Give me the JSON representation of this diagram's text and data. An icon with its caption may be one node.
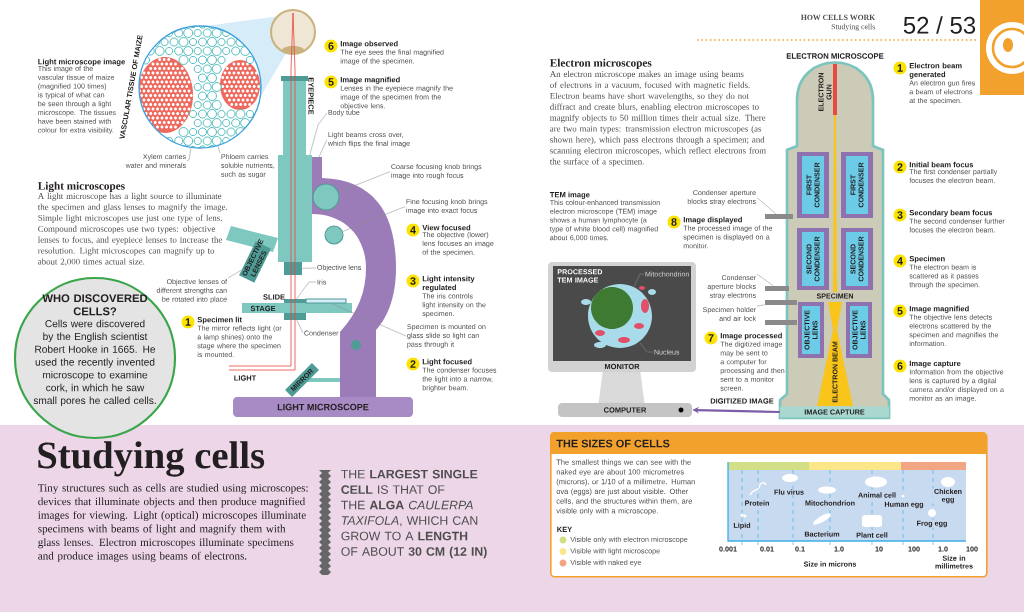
{
  "diagram": {
    "title": "Studying cells",
    "nodes": [
      {
        "text": [
          "Xylem carries water and minerals"
        ]
      },
      {
        "text": [
          "Phloem carries soluble nutrients, such as sugar"
        ]
      },
      {
        "text": [
          "Body tube"
        ]
      },
      {
        "text": [
          "Light beams cross over, which flips the final image"
        ]
      },
      {
        "text": [
          "Coarse focusing knob brings image into rough focus"
        ]
      },
      {
        "text": [
          "Fine focusing knob brings image into exact focus"
        ]
      },
      {
        "text": [
          "Objective lens"
        ]
      },
      {
        "text": [
          "Iris"
        ]
      },
      {
        "text": [
          "Objective lenses of different strengths can be rotated into place"
        ]
      },
      {
        "text": [
          "Condenser"
        ]
      },
      {
        "text": [
          "Specimen is mounted on glass slide so light can pass through it"
        ]
      },
      {
        "text": [
          "6"
        ],
        "beside": [
          "Image observed",
          "The eye sees the final magnified image of the specimen."
        ]
      },
      {
        "text": [
          "5"
        ],
        "beside": [
          "Image magnified",
          "Lenses in the eyepiece magnify the image of the specimen from the objective lens."
        ]
      },
      {
        "text": [
          "4"
        ],
        "beside": [
          "View focused",
          "The objective (lower) lens focuses an image of the specimen."
        ]
      },
      {
        "text": [
          "3"
        ],
        "beside": [
          "Light intensity regulated",
          "The iris controls light intensity on the specimen."
        ]
      },
      {
        "text": [
          "2"
        ],
        "beside": [
          "Light focused",
          "The condenser focuses the light into a narrow, brighter beam."
        ]
      },
      {
        "text": [
          "1"
        ],
        "beside": [
          "Specimen lit",
          "The mirror reflects light (or a lamp shines) onto the stage where the specimen is mounted."
        ]
      },
      {
        "text": [
          "WHO DISCOVERED CELLS?",
          "Cells were discovered by the English scientist Robert Hooke in 1665. He used the recently invented microscope to examine cork, in which he saw small pores he called cells."
        ]
      },
      {
        "text": [
          "Condenser aperture blocks stray electrons"
        ]
      },
      {
        "text": [
          "Condenser aperture blocks stray electrons"
        ]
      },
      {
        "text": [
          "Specimen holder and air lock"
        ]
      },
      {
        "text": [
          "Mitochondrion"
        ],
        "in": 36
      },
      {
        "text": [
          "Nucleus"
        ],
        "in": 36
      },
      {
        "text": [
          "1"
        ],
        "beside": [
          "Electron beam generated",
          "An electron gun fires a beam of electrons at the specimen."
        ]
      },
      {
        "text": [
          "2"
        ],
        "beside": [
          "Initial beam focus",
          "The first condenser partially focuses the electron beam."
        ]
      },
      {
        "text": [
          "3"
        ],
        "beside": [
          "Secondary beam focus",
          "The second condenser further focuses the electron beam."
        ]
      },
      {
        "text": [
          "4"
        ],
        "beside": [
          "Specimen",
          "The electron beam is scattered as it passes through the specimen."
        ]
      },
      {
        "text": [
          "5"
        ],
        "beside": [
          "Image magnified",
          "The objective lens detects electrons scattered by the specimen and magnifies the information."
        ]
      },
      {
        "text": [
          "6"
        ],
        "beside": [
          "Image capture",
          "Information from the objective lens is captured by a digital camera and/or displayed on a monitor as an image."
        ]
      },
      {
        "text": [
          "7"
        ],
        "beside": [
          "Image processed",
          "The digitized image may be sent to a computer for processing and then sent to a monitor screen."
        ]
      },
      {
        "text": [
          "8"
        ],
        "beside": [
          "Image displayed",
          "The processed image of the specimen is displayed on a monitor."
        ]
      },
      {
        "text": [
          "IMAGE CAPTURE"
        ]
      },
      {
        "text": [
          "COMPUTER"
        ]
      },
      {
        "text": [
          "THE SIZES OF CELLS",
          "The smallest things we can see with the naked eye are about 100 micrometres (microns), or 1/10 of a millimetre. Human ova (eggs) are just about visible. Other cells, and the structures within them, are visible only with a microscope."
        ]
      },
      {
        "text": [
          "VASCULAR TISSUE OF MAIZE"
        ]
      },
      {
        "text": [
          "OBJECTIVE LENSES"
        ]
      },
      {
        "text": [
          "PROCESSED TEM IMAGE",
          "MONITOR"
        ]
      },
      {
        "text": [],
        "shape": "picture",
        "in": 36
      },
      {
        "text": [],
        "shape": "circle"
      },
      {
        "text": [],
        "shape": "circle"
      },
      {
        "text": [],
        "shape": "box"
      },
      {
        "text": [],
        "shape": "box"
      },
      {
        "text": [],
        "shape": "box"
      },
      {
        "text": [],
        "shape": "box"
      },
      {
        "text": [],
        "shape": "box"
      },
      {
        "text": [],
        "shape": "bar"
      },
      {
        "text": [],
        "shape": "bar"
      },
      {
        "text": [],
        "shape": "bar"
      }
    ],
    "edges": [
      {
        "from": 0,
        "to": 34,
        "arrow": "none"
      },
      {
        "from": 1,
        "to": 34,
        "arrow": "none"
      },
      {
        "from": 2,
        "to": 44,
        "arrow": "none"
      },
      {
        "from": 3,
        "to": 44,
        "arrow": "none"
      },
      {
        "from": 4,
        "to": 38,
        "arrow": "none"
      },
      {
        "from": 5,
        "to": 39,
        "arrow": "none"
      },
      {
        "from": 6,
        "to": 40,
        "arrow": "none"
      },
      {
        "from": 7,
        "to": 41,
        "arrow": "none"
      },
      {
        "from": 8,
        "to": 35,
        "arrow": "none"
      },
      {
        "from": 9,
        "to": 42,
        "arrow": "none"
      },
      {
        "from": 10,
        "to": 43,
        "arrow": "none"
      },
      {
        "from": 18,
        "to": 45,
        "arrow": "none"
      },
      {
        "from": 19,
        "to": 46,
        "arrow": "none"
      },
      {
        "from": 20,
        "to": 47,
        "arrow": "none"
      },
      {
        "from": 21,
        "to": 37,
        "arrow": "none"
      },
      {
        "from": 22,
        "to": 37,
        "arrow": "none"
      },
      {
        "from": 31,
        "to": 32,
        "arrow": "to",
        "label": "DIGITIZED IMAGE",
        "style": "thick",
        "color": "#7b5ea7"
      }
    ],
    "labels": [
      "HOW CELLS WORK",
      "Studying cells",
      "52 / 53",
      "Light microscope image",
      "This image of the vascular tissue of maize (magnified 100 times) is typical of what can be seen through a light microscope. The tissues have been stained with colour for extra visibility.",
      "EYEPIECE",
      "Light microscopes",
      "A light microscope has a light source to illuminate the specimen and glass lenses to magnify the image. Simple light microscopes use just one type of lens. Compound microscopes use two types: objective lenses to focus, and eyepiece lenses to increase the resolution. Light microscopes can magnify up to about 2,000 times actual size.",
      "SLIDE",
      "STAGE",
      "LIGHT",
      "MIRROR",
      "LIGHT MICROSCOPE",
      "Electron microscopes",
      "An electron microscope makes an image using beams of electrons in a vacuum, focused with magnetic fields. Electron beams have short wavelengths, so they do not diffract and create blurs, enabling electron microscopes to magnify objects to 50 million times their actual size. There are two main types: transmission electron microscopes (as shown here), which pass electrons through a specimen; and scanning electron microscopes, which reflect electrons from the surface of a specimen.",
      "ELECTRON MICROSCOPE",
      "ELECTRON GUN",
      "FIRST CONDENSER",
      "FIRST CONDENSER",
      "TEM image",
      "This colour-enhanced transmission electron microscope (TEM) image shows a human lymphocyte (a type of white blood cell) magnified about 6,000 times.",
      "SECOND CONDENSER",
      "SECOND CONDENSER",
      "SPECIMEN",
      "OBJECTIVE LENS",
      "OBJECTIVE LENS",
      "ELECTRON BEAM",
      "Tiny structures such as cells are studied using microscopes: devices that illuminate objects and then produce magnified images for viewing. Light (optical) microscopes illuminate specimens with beams of light and magnify them with glass lenses. Electron microscopes illuminate specimens and produce images using beams of electrons.",
      "THE **LARGEST SINGLE CELL** IS THAT OF THE **ALGA** *CAULERPA TAXIFOLA*, WHICH CAN GROW TO A **LENGTH** OF ABOUT **30 CM (12 IN)**",
      "KEY",
      "Flu virus",
      "Protein",
      "Mitochondrion",
      "Animal cell",
      "Human egg",
      "Chicken egg",
      "Lipid",
      "Frog egg",
      "Bacterium",
      "Plant cell",
      "0.001",
      "0.01",
      "0.1",
      "1.0",
      "10",
      "100",
      "1.0",
      "100",
      "Size in microns",
      "Size in millimetres"
    ],
    "legend": [
      {
        "text": "Visible only with electron microscope",
        "color": "#d3df86"
      },
      {
        "text": "Visible with light microscope",
        "color": "#fbe68a"
      },
      {
        "text": "Visible with naked eye",
        "color": "#f1a583"
      }
    ]
  }
}
